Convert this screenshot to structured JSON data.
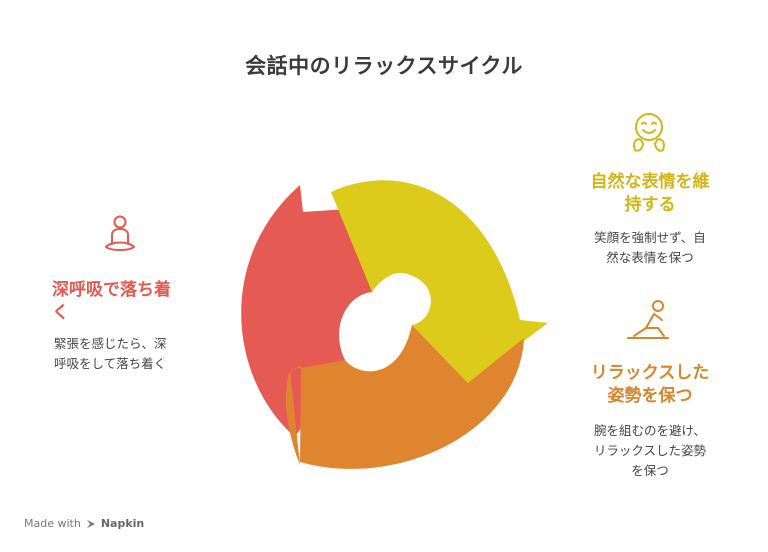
{
  "title": "会話中のリラックスサイクル",
  "colors": {
    "red": "#E55A52",
    "yellow": "#DCCB1A",
    "orange": "#E0852F",
    "red_text": "#E25B53",
    "yellow_text": "#D4B519",
    "orange_text": "#D9852A"
  },
  "steps": [
    {
      "icon": "meditation-person-icon",
      "heading_lines": [
        "深呼吸で落ち着",
        "く"
      ],
      "desc_lines": [
        "緊張を感じたら、深",
        "呼吸をして落ち着く"
      ]
    },
    {
      "icon": "smiling-face-icon",
      "heading_lines": [
        "自然な表情を維",
        "持する"
      ],
      "desc_lines": [
        "笑顔を強制せず、自",
        "然な表情を保つ"
      ]
    },
    {
      "icon": "stretching-person-icon",
      "heading_lines": [
        "リラックスした",
        "姿勢を保つ"
      ],
      "desc_lines": [
        "腕を組むのを避け、",
        "リラックスした姿勢",
        "を保つ"
      ]
    }
  ],
  "footer": {
    "made_with": "Made with",
    "brand": "Napkin",
    "logo_icon": "napkin-logo-icon"
  }
}
